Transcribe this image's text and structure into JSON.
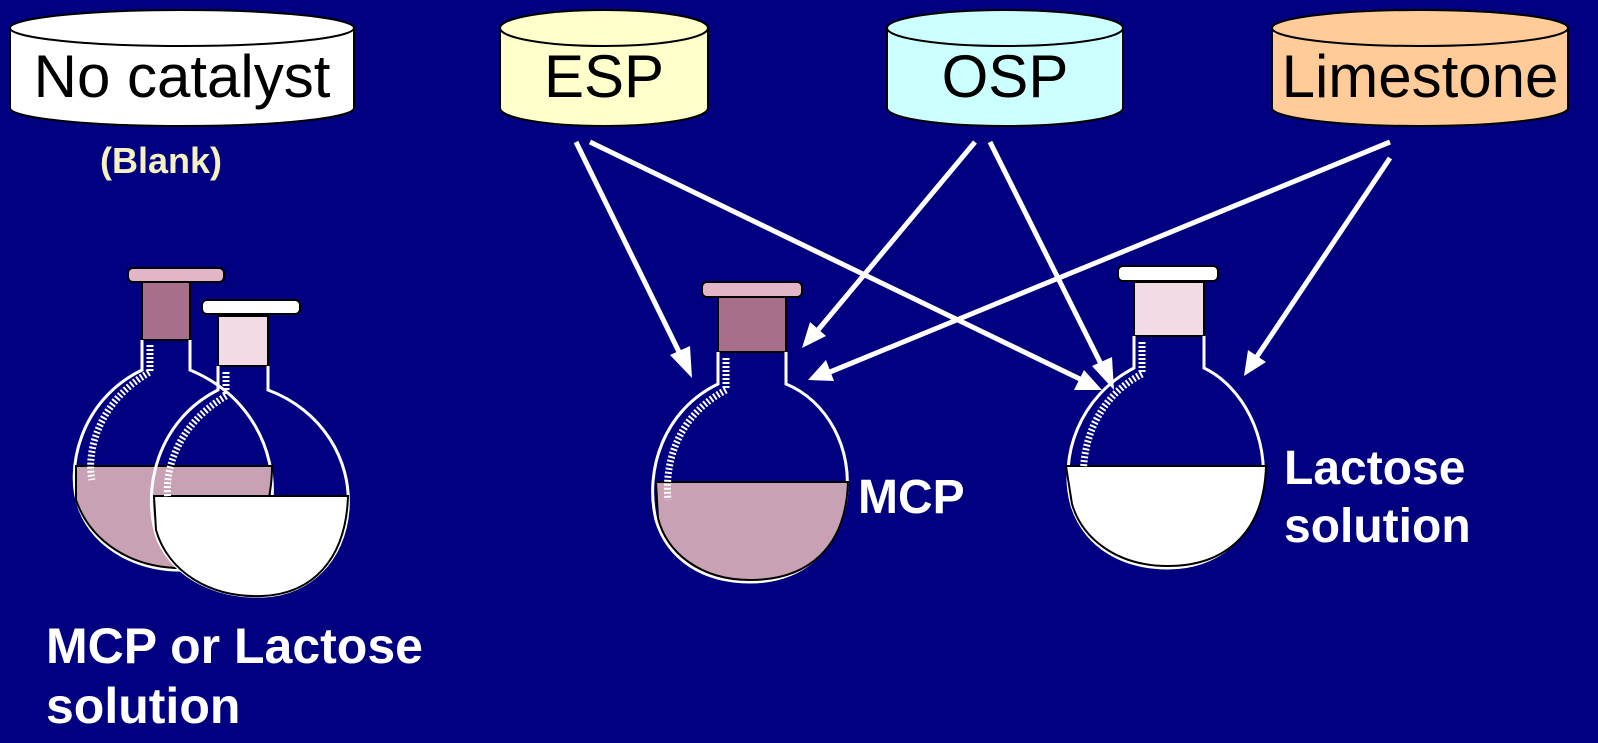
{
  "catalysts": [
    {
      "id": "no-catalyst",
      "label": "No catalyst",
      "color": "#ffffff"
    },
    {
      "id": "esp",
      "label": "ESP",
      "color": "#ffffcc"
    },
    {
      "id": "osp",
      "label": "OSP",
      "color": "#ccffff"
    },
    {
      "id": "limestone",
      "label": "Limestone",
      "color": "#ffcc99"
    }
  ],
  "blank_note": "(Blank)",
  "flask_labels": {
    "blank": [
      "MCP or Lactose",
      "solution"
    ],
    "mcp": "MCP",
    "lactose": [
      "Lactose",
      "solution"
    ]
  },
  "arrows": [
    {
      "from": "esp",
      "to": "mcp"
    },
    {
      "from": "esp",
      "to": "lactose"
    },
    {
      "from": "osp",
      "to": "mcp"
    },
    {
      "from": "osp",
      "to": "lactose"
    },
    {
      "from": "limestone",
      "to": "mcp"
    },
    {
      "from": "limestone",
      "to": "lactose"
    }
  ],
  "colors": {
    "background": "#000080",
    "mcp_liquid": "#c8a2b4",
    "lactose_liquid": "#ffffff",
    "arrow": "#ffffff",
    "blank_note": "#f7f0c0"
  }
}
